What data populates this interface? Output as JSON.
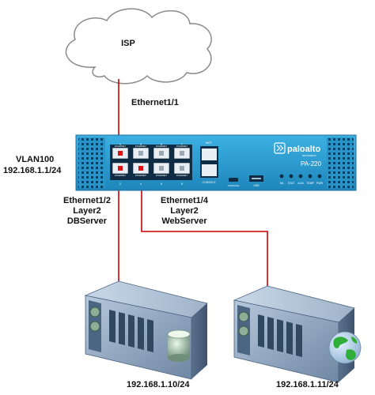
{
  "cloud": {
    "label": "ISP"
  },
  "links": {
    "uplink": "Ethernet1/1",
    "db_link": [
      "Ethernet1/2",
      "Layer2",
      "DBServer"
    ],
    "web_link": [
      "Ethernet1/4",
      "Layer2",
      "WebServer"
    ]
  },
  "vlan": {
    "name": "VLAN100",
    "address": "192.168.1.1/24"
  },
  "firewall": {
    "brand": "paloalto",
    "brand_sub": "NETWORKS",
    "model": "PA-220",
    "mgt_label": "MGT",
    "console_label": "CONSOLE",
    "console_micro_label": "CONSOLE",
    "usb_label": "USB",
    "port_numbers": [
      "1",
      "2",
      "3",
      "4",
      "5",
      "6",
      "7",
      "8"
    ],
    "port_tags": [
      "ETHERNET",
      "ETHERNET",
      "ETHERNET",
      "ETHERNET",
      "ETHERNET",
      "ETHERNET",
      "ETHERNET",
      "ETHERNET"
    ],
    "leds": [
      "HA",
      "STAT",
      "ALM",
      "TEMP",
      "PWR"
    ]
  },
  "servers": [
    {
      "ip": "192.168.1.10/24",
      "badge": "database-icon"
    },
    {
      "ip": "192.168.1.11/24",
      "badge": "globe-icon"
    }
  ],
  "colors": {
    "chassis": "#2f9ed1",
    "link": "#cc0000",
    "port_active": "#e01010"
  }
}
